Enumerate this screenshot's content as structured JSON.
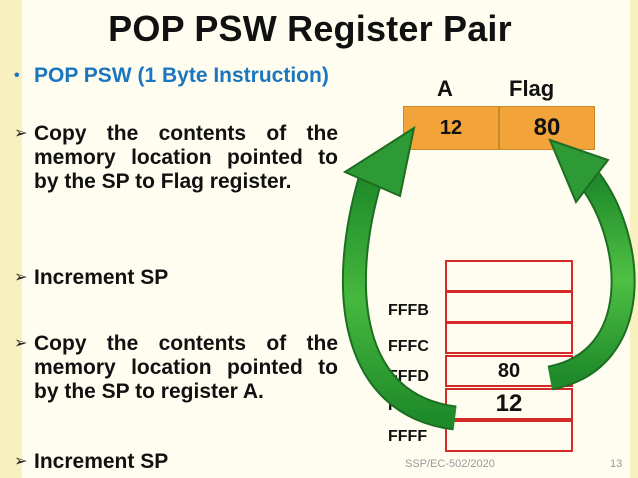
{
  "title": "POP PSW Register Pair",
  "bullets": [
    {
      "marker": "•",
      "text": "POP PSW (1 Byte Instruction)"
    },
    {
      "marker": "➢",
      "text": "Copy the contents of the memory location pointed to by the SP to Flag register."
    },
    {
      "marker": "➢",
      "text": "Increment SP"
    },
    {
      "marker": "➢",
      "text": "Copy the contents of the memory location pointed to by the SP to register A."
    },
    {
      "marker": "➢",
      "text": "Increment SP"
    }
  ],
  "registers": {
    "a_label": "A",
    "flag_label": "Flag",
    "a_value": "12",
    "flag_value": "80"
  },
  "stack": {
    "addresses": [
      "FFFB",
      "FFFC",
      "FFFD",
      "FFFE",
      "FFFF"
    ],
    "values": [
      "80",
      "12"
    ]
  },
  "footer": {
    "course": "SSP/EC-502/2020",
    "page": "13"
  },
  "colors": {
    "accent_blue": "#1a76bf",
    "register_orange": "#f2a33a",
    "cell_border_red": "#d62a2a",
    "arrow_green": "#2e9a36",
    "band_yellow": "#f8f1bf"
  }
}
